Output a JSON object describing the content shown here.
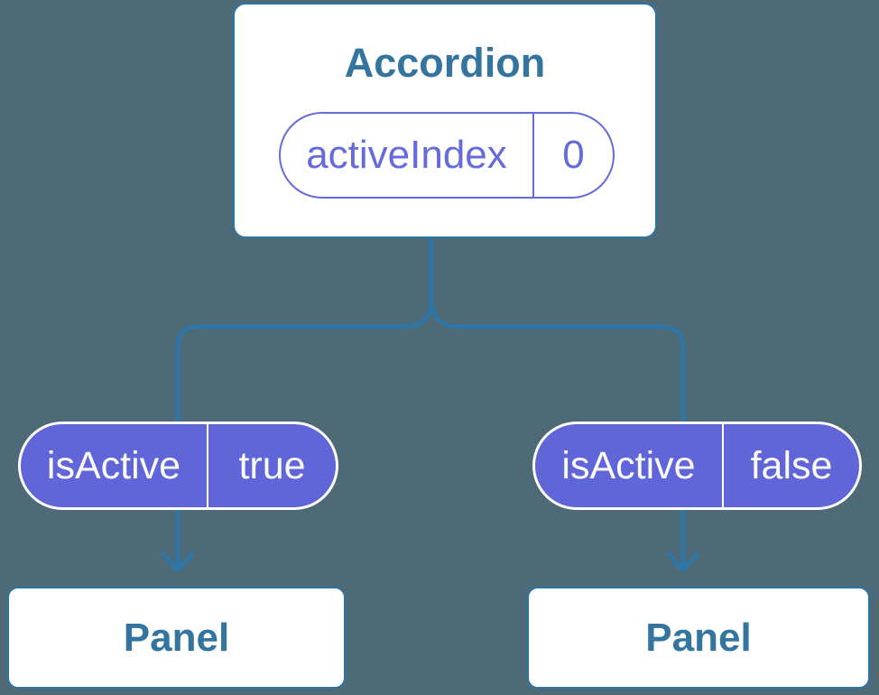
{
  "diagram": {
    "root": {
      "title": "Accordion",
      "state": {
        "name": "activeIndex",
        "value": "0"
      }
    },
    "props": [
      {
        "name": "isActive",
        "value": "true"
      },
      {
        "name": "isActive",
        "value": "false"
      }
    ],
    "children": [
      {
        "title": "Panel"
      },
      {
        "title": "Panel"
      }
    ],
    "colors": {
      "background": "#4D6A76",
      "connector_blue": "#2B76AA",
      "card_border_blue": "#2D75A6",
      "heading_text_blue": "#34759F",
      "prop_pill_purple": "#6065D8",
      "state_purple": "#666BDB",
      "prop_text_light": "#FBFBFE",
      "card_background": "#FFFFFF"
    }
  }
}
